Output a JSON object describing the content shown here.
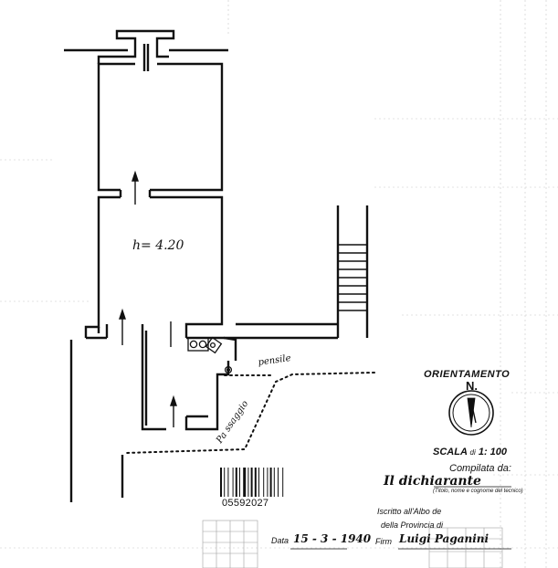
{
  "plan": {
    "height_label": "h= 4.20",
    "pensile_label": "pensile",
    "passage_label": "Pa ssaggio"
  },
  "compass": {
    "title": "ORIENTAMENTO",
    "north": "N."
  },
  "scale": {
    "prefix": "SCALA",
    "di": "di",
    "value": "1: 100"
  },
  "declarant": {
    "compiled_by": "Compilata da:",
    "name": "Il dichiarante",
    "subtitle": "(Titolo, nome e cognome del tecnico)"
  },
  "registration": {
    "line1": "Iscritto all'Albo de",
    "line2": "della Provincia di"
  },
  "barcode": {
    "number": "05592027"
  },
  "footer": {
    "date_label": "Data",
    "date_value": "15 - 3 - 1940",
    "signature_label": "Firm",
    "signature": "Luigi Paganini"
  },
  "colors": {
    "ink": "#111111",
    "grid": "#bdbdbd"
  }
}
